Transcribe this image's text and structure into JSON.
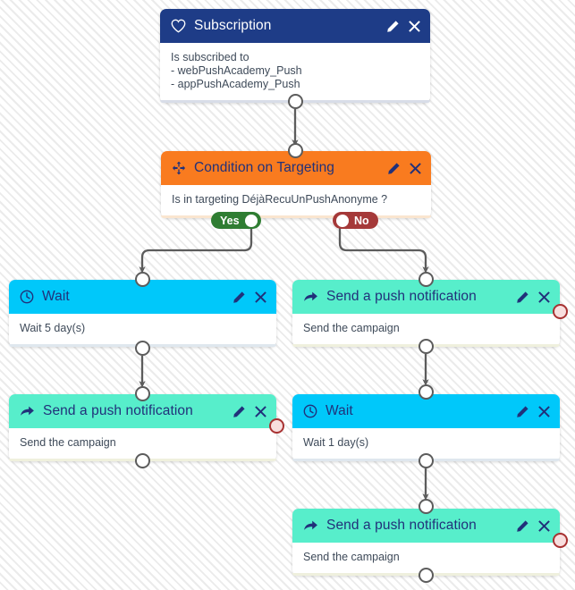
{
  "canvas": {
    "background": "#ffffff",
    "stripe_color": "#ebebeb"
  },
  "colors": {
    "subscription_header": "#1e3c87",
    "condition_header": "#f97b1f",
    "wait_header": "#00c8fa",
    "push_header": "#57eecb",
    "title_navy": "#21317a",
    "yes_pill": "#2f7d32",
    "no_pill": "#a53939",
    "connector": "#5c5c5c",
    "red_dot_border": "#a83232",
    "red_dot_fill": "#f8dede"
  },
  "nodes": {
    "subscription": {
      "title": "Subscription",
      "icon": "heart-icon",
      "edit_label": "edit",
      "delete_label": "delete",
      "body_lines": [
        "Is subscribed to",
        "- webPushAcademy_Push",
        "- appPushAcademy_Push"
      ]
    },
    "condition": {
      "title": "Condition on Targeting",
      "icon": "move-crosshair-icon",
      "edit_label": "edit",
      "delete_label": "delete",
      "body": "Is in targeting DéjàRecuUnPushAnonyme ?",
      "branch_yes": "Yes",
      "branch_no": "No"
    },
    "wait_left": {
      "title": "Wait",
      "icon": "clock-icon",
      "edit_label": "edit",
      "delete_label": "delete",
      "body": "Wait 5 day(s)"
    },
    "push_right_top": {
      "title": "Send a push notification",
      "icon": "arrow-forward-icon",
      "edit_label": "edit",
      "delete_label": "delete",
      "body": "Send the campaign",
      "status": "error-dot"
    },
    "push_left_bottom": {
      "title": "Send a push notification",
      "icon": "arrow-forward-icon",
      "edit_label": "edit",
      "delete_label": "delete",
      "body": "Send the campaign",
      "status": "error-dot"
    },
    "wait_right": {
      "title": "Wait",
      "icon": "clock-icon",
      "edit_label": "edit",
      "delete_label": "delete",
      "body": "Wait 1 day(s)"
    },
    "push_right_bottom": {
      "title": "Send a push notification",
      "icon": "arrow-forward-icon",
      "edit_label": "edit",
      "delete_label": "delete",
      "body": "Send the campaign",
      "status": "error-dot"
    }
  }
}
